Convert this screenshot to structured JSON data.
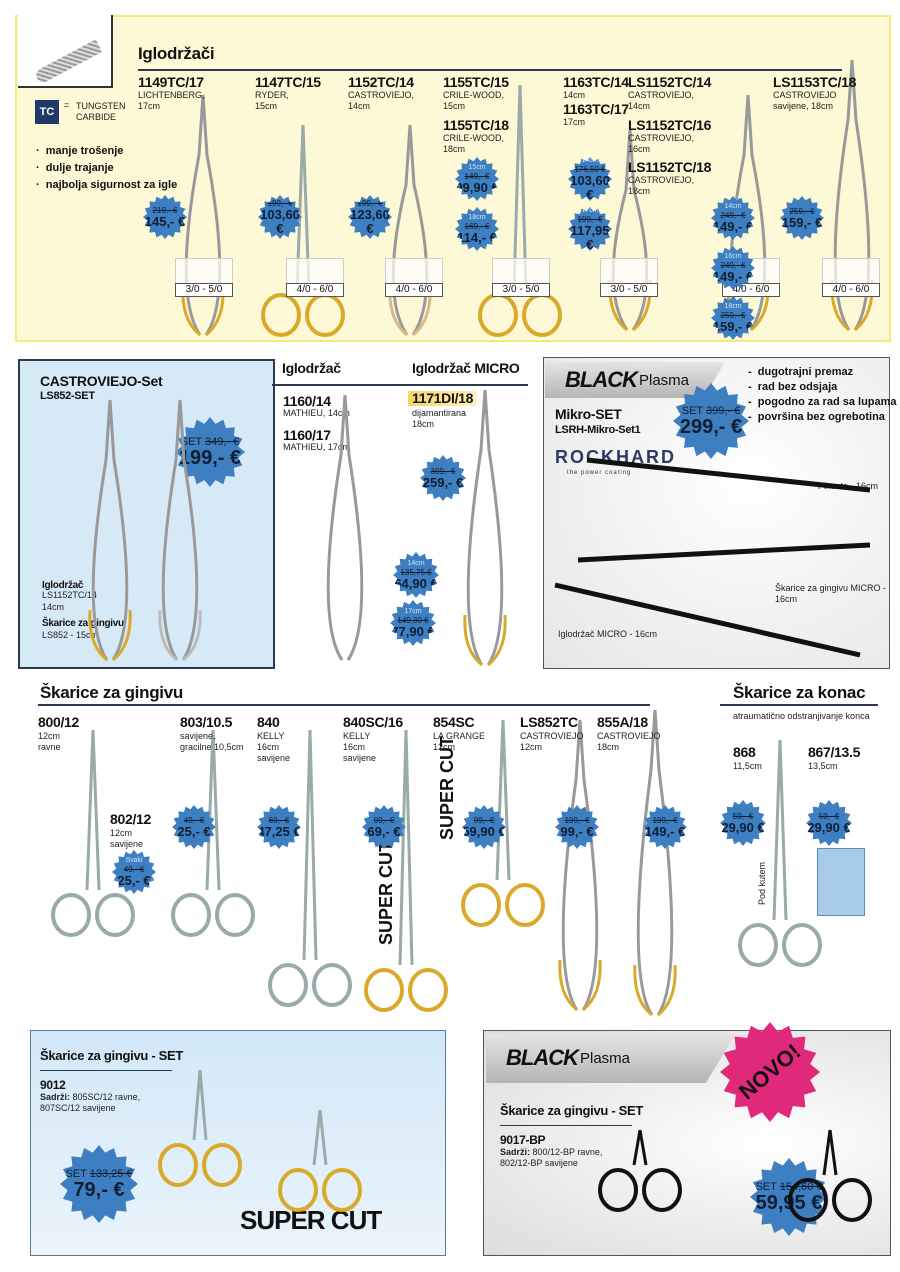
{
  "legend": {
    "tc_badge": "TC",
    "tc_equals": "=",
    "tc_desc": "TUNGSTEN CARBIDE",
    "bullets": [
      "manje trošenje",
      "dulje trajanje",
      "najbolja sigurnost za igle"
    ]
  },
  "needle_holders": {
    "title": "Iglodržači",
    "products": [
      {
        "code": "1149TC/17",
        "desc": "LICHTENBERG,",
        "size": "17cm",
        "old": "219,- €",
        "new": "145,- €",
        "suture": "3/0 - 5/0"
      },
      {
        "code": "1147TC/15",
        "desc": "RYDER,",
        "size": "15cm",
        "old": "199,- €",
        "new": "103,60 €",
        "suture": "4/0 - 6/0"
      },
      {
        "code": "1152TC/14",
        "desc": "CASTROVIEJO,",
        "size": "14cm",
        "old": "199,- €",
        "new": "123,60 €",
        "suture": "4/0 - 6/0"
      },
      {
        "code": "1155TC/15",
        "desc": "CRILE-WOOD,",
        "size": "15cm",
        "code2": "1155TC/18",
        "desc2": "CRILE-WOOD,",
        "size2": "18cm",
        "p1": {
          "sz": "15cm",
          "old": "149,- €",
          "new": "99,90 €"
        },
        "p2": {
          "sz": "18cm",
          "old": "169,- €",
          "new": "114,- €"
        },
        "suture": "3/0 - 5/0"
      },
      {
        "code": "1163TC/14",
        "size": "14cm",
        "code2": "1163TC/17",
        "size2": "17cm",
        "p1": {
          "sz": "14cm",
          "old": "176,50 €",
          "new": "103,60 €"
        },
        "p2": {
          "sz": "17cm",
          "old": "199,- €",
          "new": "117,95 €"
        },
        "suture": "3/0 - 5/0"
      },
      {
        "code": "LS1152TC/14",
        "desc": "CASTROVIEJO,",
        "size": "14cm",
        "code2": "LS1152TC/16",
        "desc2": "CASTROVIEJO,",
        "size2": "16cm",
        "code3": "LS1152TC/18",
        "desc3": "CASTROVIEJO,",
        "size3": "18cm",
        "p1": {
          "sz": "14cm",
          "old": "249,- €",
          "new": "149,- €"
        },
        "p2": {
          "sz": "16cm",
          "old": "249,- €",
          "new": "149,- €"
        },
        "p3": {
          "sz": "18cm",
          "old": "259,- €",
          "new": "159,- €"
        },
        "suture": "4/0 - 6/0"
      },
      {
        "code": "LS1153TC/18",
        "desc": "CASTROVIEJO",
        "size": "savijene, 18cm",
        "old": "259,- €",
        "new": "159,- €",
        "suture": "4/0 - 6/0"
      }
    ]
  },
  "castroviejo_set": {
    "title": "CASTROVIEJO-Set",
    "code": "LS852-SET",
    "set": "SET",
    "old": "349,- €",
    "new": "199,- €",
    "item1_title": "Iglodržač",
    "item1_code": "LS1152TC/14",
    "item1_size": "14cm",
    "item2_title": "Škarice za gingivu",
    "item2_code": "LS852 - 15cm"
  },
  "mathieu": {
    "title": "Iglodržač",
    "code1": "1160/14",
    "desc1": "MATHIEU, 14cm",
    "code2": "1160/17",
    "desc2": "MATHIEU, 17cm",
    "p1": {
      "sz": "14cm",
      "old": "135,75 €",
      "new": "64,90 €"
    },
    "p2": {
      "sz": "17cm",
      "old": "149,30 €",
      "new": "77,90 €"
    }
  },
  "micro": {
    "title": "Iglodržač MICRO",
    "code": "1171DI/18",
    "desc": "dijamantirana",
    "size": "18cm",
    "old": "399,- €",
    "new": "259,- €"
  },
  "black_plasma": {
    "logo_black": "BLACK",
    "logo_plasma": "Plasma",
    "bullets": [
      "dugotrajni premaz",
      "rad bez odsjaja",
      "pogodno za rad sa lupama",
      "površina bez ogrebotina"
    ],
    "title": "Mikro-SET",
    "code": "LSRH-Mikro-Set1",
    "rockhard": "ROCKHARD",
    "rockhard_tag": "the power coating",
    "set": "SET",
    "old": "399,- €",
    "new": "299,- €",
    "label1": "Pinceta - 16cm",
    "label2": "Škarice za gingivu MICRO - 16cm",
    "label3": "Iglodržač MICRO - 16cm"
  },
  "gingiva": {
    "title": "Škarice za gingivu",
    "products": [
      {
        "code": "800/12",
        "l1": "12cm",
        "l2": "ravne"
      },
      {
        "code": "802/12",
        "l1": "12cm",
        "l2": "savijene",
        "sz": "Svaki",
        "old": "49,- €",
        "new": "25,- €"
      },
      {
        "code": "803/10.5",
        "l1": "savijene,",
        "l2": "gracilne 10,5cm",
        "old": "49,- €",
        "new": "25,- €"
      },
      {
        "code": "840",
        "l1": "KELLY",
        "l2": "16cm",
        "l3": "savijene",
        "old": "69,- €",
        "new": "47,25 €"
      },
      {
        "code": "840SC/16",
        "l1": "KELLY",
        "l2": "16cm",
        "l3": "savijene",
        "old": "99,- €",
        "new": "69,- €"
      },
      {
        "code": "854SC",
        "l1": "LA GRANGE",
        "l2": "12cm",
        "old": "99,- €",
        "new": "59,90 €"
      },
      {
        "code": "LS852TC",
        "l1": "CASTROVIEJO",
        "l2": "12cm",
        "old": "199,- €",
        "new": "99,- €"
      },
      {
        "code": "855A/18",
        "l1": "CASTROVIEJO",
        "l2": "18cm",
        "old": "199,- €",
        "new": "149,- €"
      }
    ],
    "supercut": "SUPER CUT"
  },
  "suture_scissors": {
    "title": "Škarice za konac",
    "subtitle": "atraumatično odstranjivanje konca",
    "products": [
      {
        "code": "868",
        "size": "11,5cm",
        "old": "59,- €",
        "new": "29,90 €"
      },
      {
        "code": "867/13.5",
        "size": "13,5cm",
        "old": "59,- €",
        "new": "29,90 €"
      }
    ],
    "angled_label": "Pod kutem"
  },
  "set_9012": {
    "title": "Škarice za gingivu - SET",
    "code": "9012",
    "contains_label": "Sadrži:",
    "contains1": "805SC/12 ravne,",
    "contains2": "807SC/12 savijene",
    "set": "SET",
    "old": "133,25 €",
    "new": "79,- €",
    "supercut": "SUPER CUT"
  },
  "set_9017": {
    "logo_black": "BLACK",
    "logo_plasma": "Plasma",
    "novo": "NOVO!",
    "title": "Škarice za gingivu - SET",
    "code": "9017-BP",
    "contains_label": "Sadrži:",
    "contains1": "800/12-BP ravne,",
    "contains2": "802/12-BP savijene",
    "set": "SET",
    "old": "154,60 €",
    "new": "59,95 €"
  },
  "colors": {
    "yellow_panel": "#fdf8d6",
    "blue_panel": "#d6e9f7",
    "badge": "#3d7fc0",
    "rule": "#2b3a4f",
    "novo": "#e0297a"
  }
}
